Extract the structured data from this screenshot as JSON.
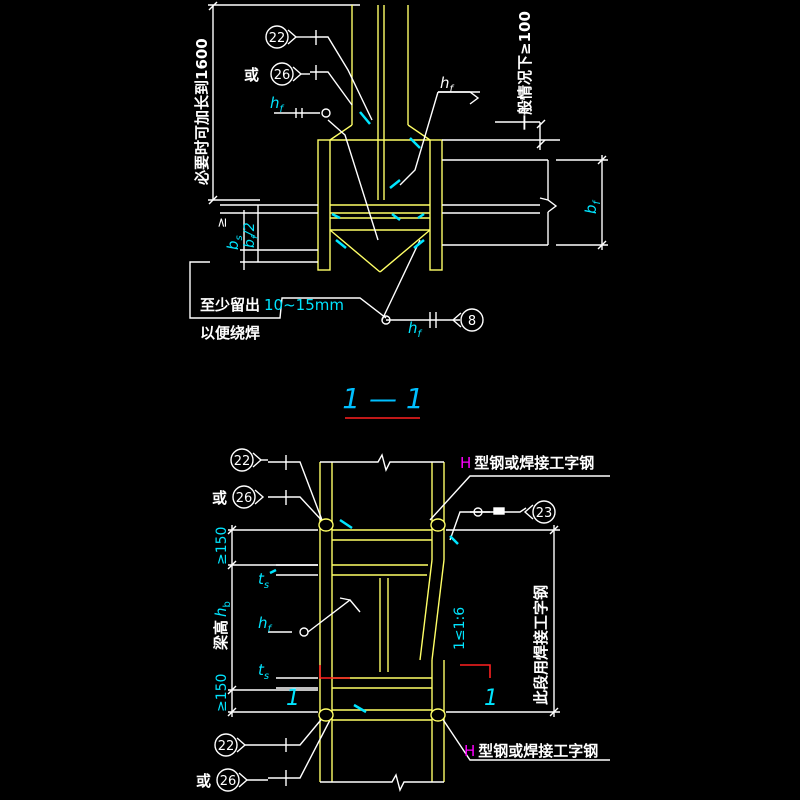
{
  "colors": {
    "background": "#000000",
    "member": "#ffff66",
    "annotation": "#ffffff",
    "dimension": "#00e5ff",
    "section_mark": "#ff2020",
    "section_title": "#00bfff",
    "h_symbol": "#ff00ff"
  },
  "top_detail": {
    "weld_circle_22": "22",
    "or_label_a": "或",
    "weld_circle_26": "26",
    "hf_left": "h",
    "hf_left_sub": "f",
    "hf_right": "h",
    "hf_right_sub": "f",
    "vertical_note": "必要时可加长到1600",
    "general_note": "一般情况下≥100",
    "bs_label": "b",
    "bs_sub": "s",
    "ge_symbol": "≥",
    "bf_half": "b",
    "bf_half_sub": "f",
    "bf_half_suffix": "/2",
    "bf_right": "b",
    "bf_right_sub": "f",
    "leave_note_prefix": "至少留出",
    "leave_note_value": "10~15mm",
    "leave_note_line2": "以便绕焊",
    "hf_bottom": "h",
    "hf_bottom_sub": "f",
    "weld_circle_8": "8"
  },
  "section_title": "1 — 1",
  "bottom_detail": {
    "weld_circle_22_top": "22",
    "or_label_top": "或",
    "weld_circle_26_top": "26",
    "h_symbol_top": "H",
    "h_note_top": "型钢或焊接工字钢",
    "weld_circle_23": "23",
    "dim_150_top": "≥150",
    "ts_top": "t",
    "ts_top_sub": "s",
    "beam_height": "梁高",
    "hb_label": "h",
    "hb_sub": "b",
    "hf_mid": "h",
    "hf_mid_sub": "f",
    "slope": "1≤1:6",
    "right_note": "此段用焊接工字钢",
    "ts_bottom": "t",
    "ts_bottom_sub": "s",
    "dim_150_bottom": "≥150",
    "section_mark_left": "1",
    "section_mark_right": "1",
    "weld_circle_22_bottom": "22",
    "or_label_bottom": "或",
    "weld_circle_26_bottom": "26",
    "h_symbol_bottom": "H",
    "h_note_bottom": "型钢或焊接工字钢"
  }
}
